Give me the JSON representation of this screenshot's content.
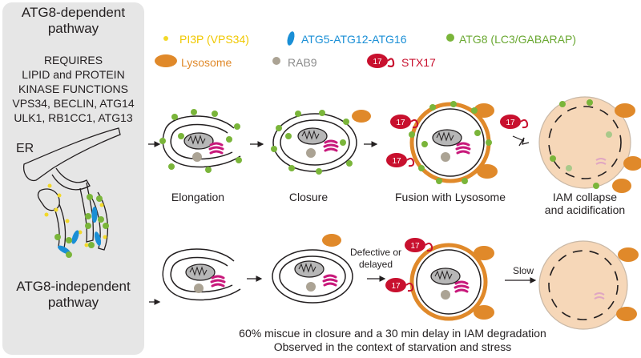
{
  "sidebar": {
    "dependent_title_line1": "ATG8-dependent",
    "dependent_title_line2": "pathway",
    "requires_lines": [
      "REQUIRES",
      "LIPID and PROTEIN",
      "KINASE FUNCTIONS",
      "VPS34, BECLIN, ATG14",
      "ULK1, RB1CC1, ATG13"
    ],
    "er_label": "ER",
    "independent_title_line1": "ATG8-independent",
    "independent_title_line2": "pathway"
  },
  "legend": {
    "pi3p": "PI3P (VPS34)",
    "atg5": "ATG5-ATG12-ATG16",
    "atg8": "ATG8 (LC3/GABARAP)",
    "lysosome": "Lysosome",
    "rab9": "RAB9",
    "stx17": "STX17",
    "stx17_badge": "17"
  },
  "stages": {
    "elongation": "Elongation",
    "closure": "Closure",
    "fusion": "Fusion with Lysosome",
    "iam_line1": "IAM collapse",
    "iam_line2": "and acidification"
  },
  "bottom": {
    "defective_line1": "Defective or",
    "defective_line2": "delayed",
    "slow": "Slow"
  },
  "caption": {
    "line1": "60% miscue in closure and a 30 min delay in IAM degradation",
    "line2": "Observed in the context of starvation and stress"
  },
  "colors": {
    "pi3p": "#f2d829",
    "atg5": "#1a8fd6",
    "atg8": "#7ab53a",
    "lysosome": "#e0892a",
    "lysosome_fill": "#f6d7b8",
    "rab9": "#aba394",
    "stx17": "#c8102e",
    "mito_fill": "#b7b7b7",
    "golgi": "#c8197b",
    "text_pi3p": "#f0c800",
    "text_atg5": "#1a8fd6",
    "text_atg8": "#6aa832",
    "text_lysosome": "#e0892a",
    "text_rab9": "#8c8c8c",
    "text_stx17": "#c8102e"
  }
}
